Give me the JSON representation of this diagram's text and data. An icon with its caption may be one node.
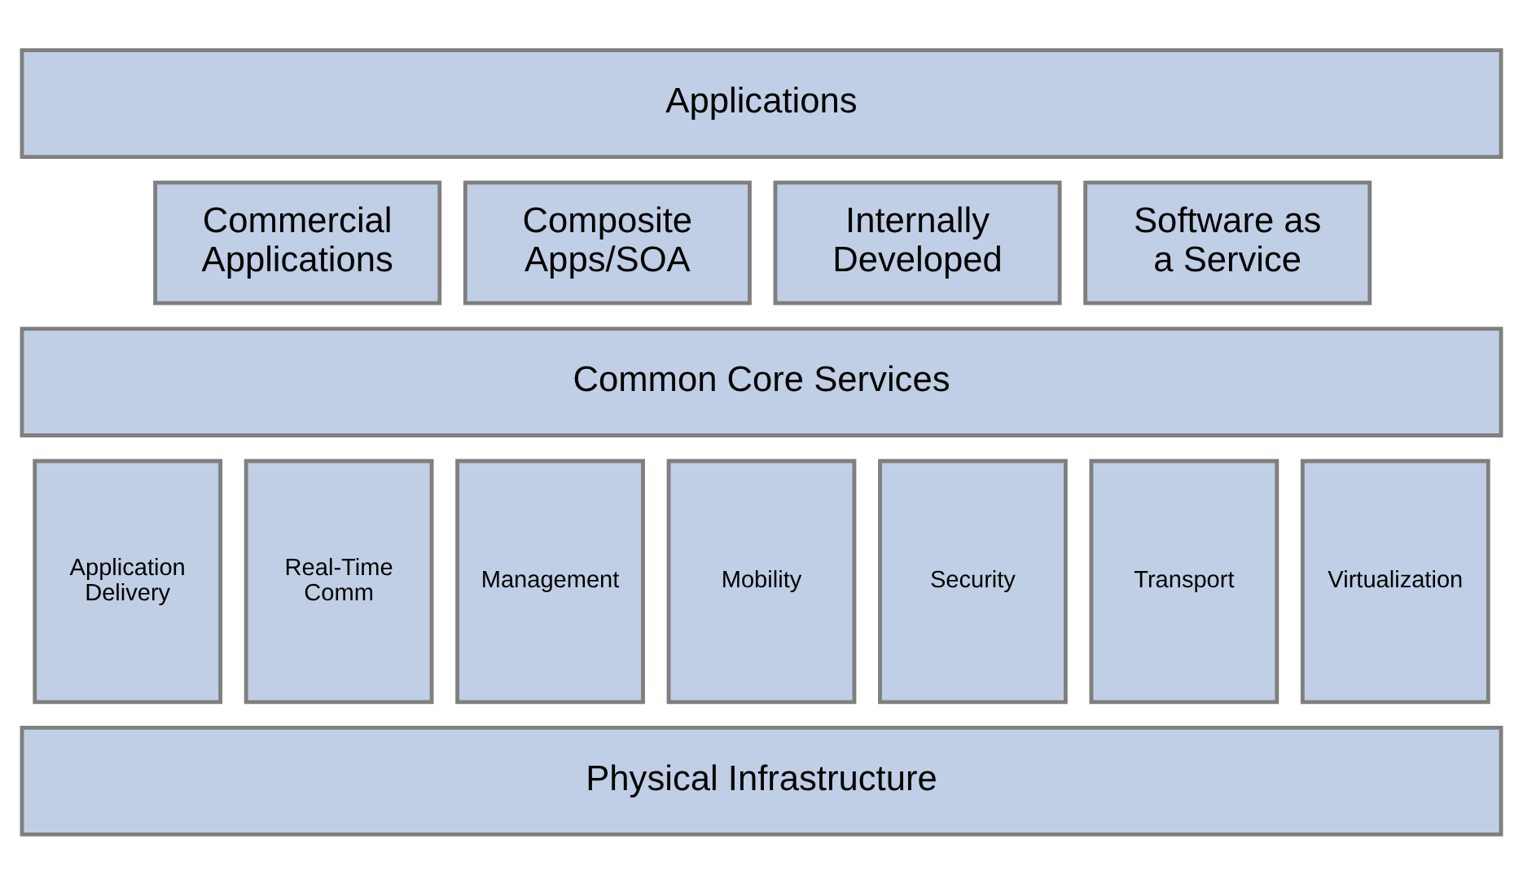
{
  "diagram": {
    "nodes": [
      {
        "text": [
          "Applications"
        ]
      },
      {
        "text": [
          "Commercial Applications"
        ]
      },
      {
        "text": [
          "Composite Apps/SOA"
        ]
      },
      {
        "text": [
          "Internally Developed"
        ]
      },
      {
        "text": [
          "Software as a Service"
        ]
      },
      {
        "text": [
          "Common Core Services"
        ]
      },
      {
        "text": [
          "Application Delivery"
        ]
      },
      {
        "text": [
          "Real-Time Comm"
        ]
      },
      {
        "text": [
          "Management"
        ]
      },
      {
        "text": [
          "Mobility"
        ]
      },
      {
        "text": [
          "Security"
        ]
      },
      {
        "text": [
          "Transport"
        ]
      },
      {
        "text": [
          "Virtualization"
        ]
      },
      {
        "text": [
          "Physical Infrastructure"
        ]
      }
    ],
    "edges": []
  }
}
